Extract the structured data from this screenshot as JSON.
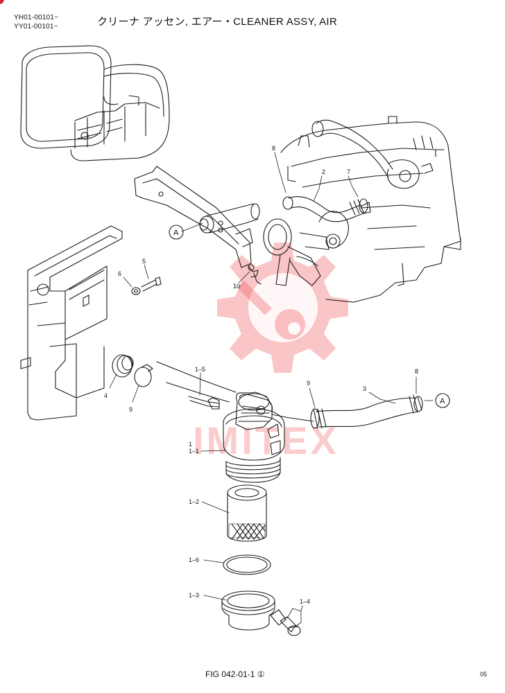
{
  "header": {
    "serial_1": "YH01-00101~",
    "serial_2": "YY01-00101~",
    "title": "クリーナ アッセン, エアー・CLEANER ASSY, AIR"
  },
  "callouts": {
    "p8_top": "8",
    "p2": "2",
    "p7": "7",
    "p5": "5",
    "p6": "6",
    "p10": "10",
    "p4": "4",
    "p9_left": "9",
    "p1_5": "1–5",
    "p9_right": "9",
    "p3": "3",
    "p8_right": "8",
    "p1": "1",
    "p1_1": "1–1",
    "p1_2": "1–2",
    "p1_6": "1–6",
    "p1_3": "1–3",
    "p1_4": "1–4",
    "ref_a_left": "A",
    "ref_a_right": "A"
  },
  "watermark": {
    "text": "IMITEX",
    "color": "#f04a50"
  },
  "footer": {
    "figure": "FIG 042-01-1 ①",
    "page": "05"
  },
  "colors": {
    "line": "#1a1a1a",
    "accent": "#d8233a"
  }
}
